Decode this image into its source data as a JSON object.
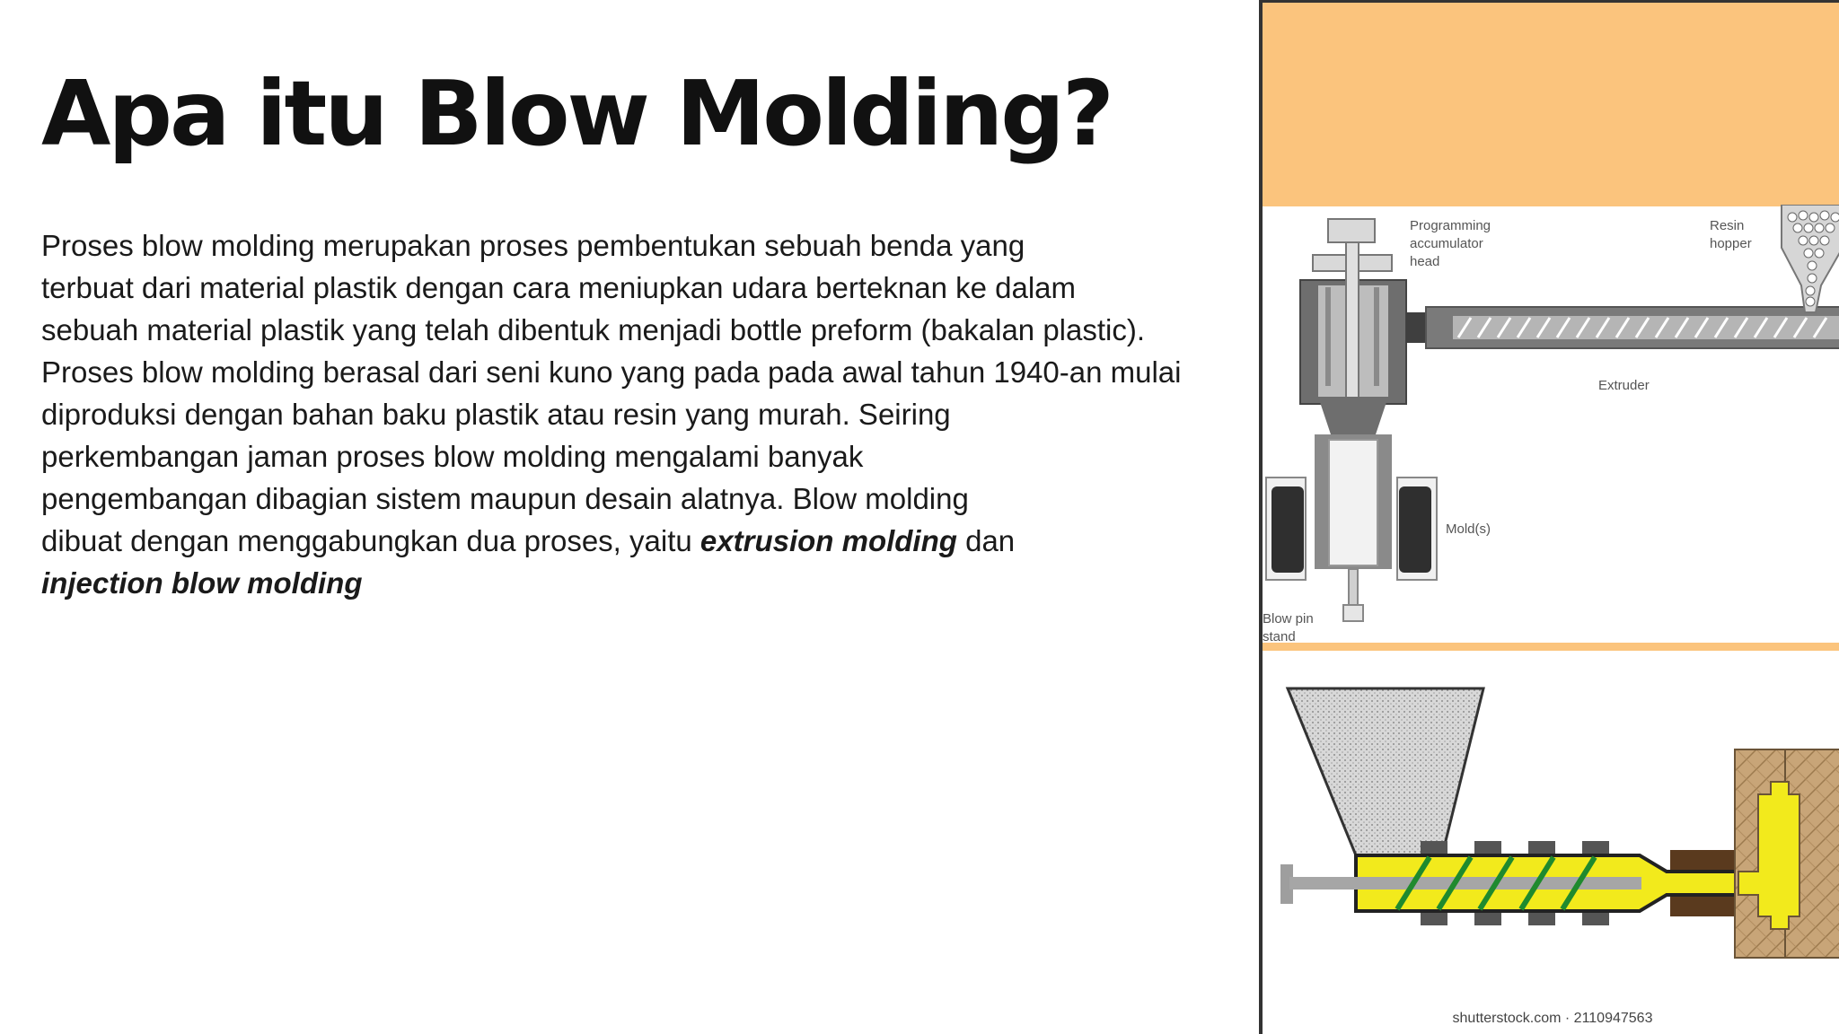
{
  "slide": {
    "title": "Apa itu Blow Molding?",
    "body_lines": [
      "Proses blow molding merupakan proses pembentukan sebuah benda yang",
      "terbuat dari material plastik dengan cara meniupkan udara berteknan ke dalam",
      "sebuah material plastik yang telah dibentuk menjadi bottle preform (bakalan plastic).",
      "Proses blow molding berasal dari seni kuno yang pada pada awal tahun 1940-an mulai",
      "diproduksi dengan bahan baku plastik atau resin yang murah. Seiring",
      "perkembangan jaman proses blow molding mengalami banyak",
      "pengembangan dibagian sistem maupun desain alatnya. Blow molding"
    ],
    "line8_prefix": "dibuat dengan menggabungkan dua proses, yaitu ",
    "term_1": "extrusion molding",
    "line8_suffix": " dan",
    "term_2": "injection blow molding"
  },
  "diagram_top": {
    "labels": {
      "accumulator_1": "Programming",
      "accumulator_2": "accumulator",
      "accumulator_3": "head",
      "hopper_1": "Resin",
      "hopper_2": "hopper",
      "extruder": "Extruder",
      "molds": "Mold(s)",
      "blow_pin_1": "Blow pin",
      "blow_pin_2": "stand"
    }
  },
  "diagram_bottom": {
    "watermark": "shutterstock.com · 2110947563"
  },
  "colors": {
    "accent_orange": "#fbc47d",
    "screw_yellow": "#f2ea1c",
    "screw_green": "#1f8a2e"
  }
}
